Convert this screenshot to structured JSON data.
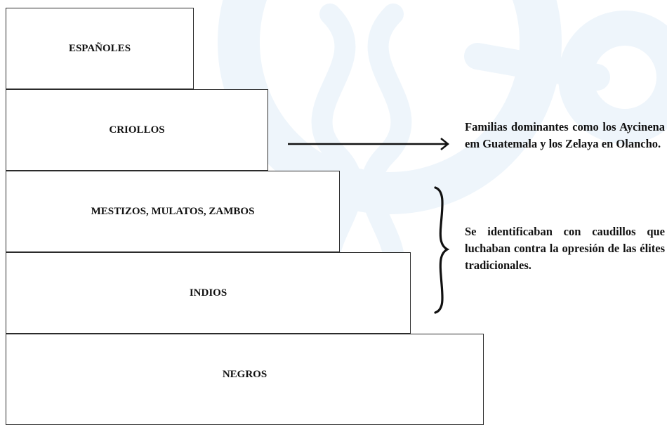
{
  "pyramid": {
    "tiers": [
      {
        "label": "ESPAÑOLES"
      },
      {
        "label": "CRIOLLOS"
      },
      {
        "label": "MESTIZOS, MULATOS, ZAMBOS"
      },
      {
        "label": "INDIOS"
      },
      {
        "label": "NEGROS"
      }
    ]
  },
  "annotations": {
    "criollos_note": "Familias dominantes como los Aycinena em Guatemala y los Zelaya en Olancho.",
    "mestizos_indios_note": "Se identificaban con caudillos que luchaban contra la opresión de las élites tradicionales."
  },
  "colors": {
    "watermark": "#eef5fb",
    "line": "#111111"
  }
}
